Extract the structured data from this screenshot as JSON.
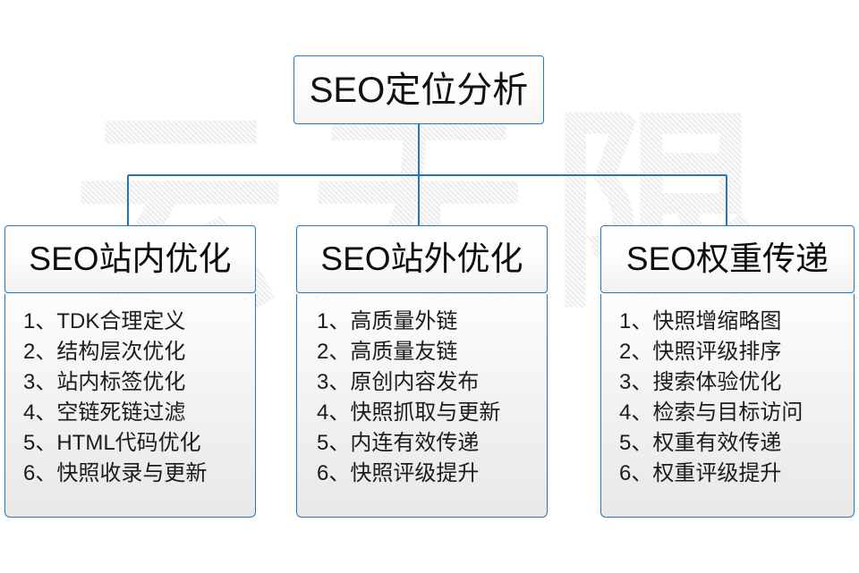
{
  "diagram": {
    "title": "SEO定位分析",
    "watermark": "云无限",
    "accent_color": "#2378bd",
    "text_color": "#111111",
    "background_color": "#ffffff",
    "root": {
      "label": "SEO定位分析"
    },
    "columns": [
      {
        "header": "SEO站内优化",
        "items": [
          "1、TDK合理定义",
          "2、结构层次优化",
          "3、站内标签优化",
          "4、空链死链过滤",
          "5、HTML代码优化",
          "6、快照收录与更新"
        ]
      },
      {
        "header": "SEO站外优化",
        "items": [
          "1、高质量外链",
          "2、高质量友链",
          "3、原创内容发布",
          "4、快照抓取与更新",
          "5、内连有效传递",
          "6、快照评级提升"
        ]
      },
      {
        "header": "SEO权重传递",
        "items": [
          "1、快照增缩略图",
          "2、快照评级排序",
          "3、搜索体验优化",
          "4、检索与目标访问",
          "5、权重有效传递",
          "6、权重评级提升"
        ]
      }
    ]
  }
}
